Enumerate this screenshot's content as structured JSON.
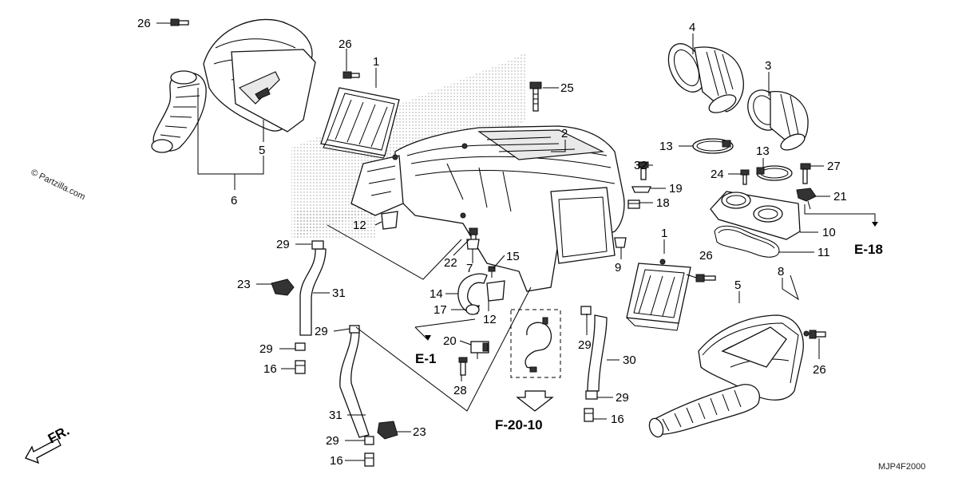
{
  "diagram": {
    "watermark": "© Partzilla.com",
    "diagram_code": "MJP4F2000",
    "direction_label": "FR.",
    "references": {
      "e18": "E-18",
      "e1": "E-1",
      "f2010": "F-20-10"
    },
    "callouts": {
      "c26a": "26",
      "c26b": "26",
      "c26c": "26",
      "c26d": "26",
      "c1a": "1",
      "c1b": "1",
      "c6": "6",
      "c5a": "5",
      "c5b": "5",
      "c2": "2",
      "c25": "25",
      "c4": "4",
      "c3": "3",
      "c13a": "13",
      "c13b": "13",
      "c32": "32",
      "c19": "19",
      "c18": "18",
      "c24": "24",
      "c27": "27",
      "c21": "21",
      "c10": "10",
      "c11": "11",
      "c8": "8",
      "c12a": "12",
      "c12b": "12",
      "c22": "22",
      "c7": "7",
      "c15": "15",
      "c9": "9",
      "c14": "14",
      "c17": "17",
      "c20": "20",
      "c28": "28",
      "c29a": "29",
      "c29b": "29",
      "c29c": "29",
      "c29d": "29",
      "c29e": "29",
      "c29f": "29",
      "c23a": "23",
      "c23b": "23",
      "c31a": "31",
      "c31b": "31",
      "c16a": "16",
      "c16b": "16",
      "c16c": "16",
      "c30": "30"
    }
  }
}
